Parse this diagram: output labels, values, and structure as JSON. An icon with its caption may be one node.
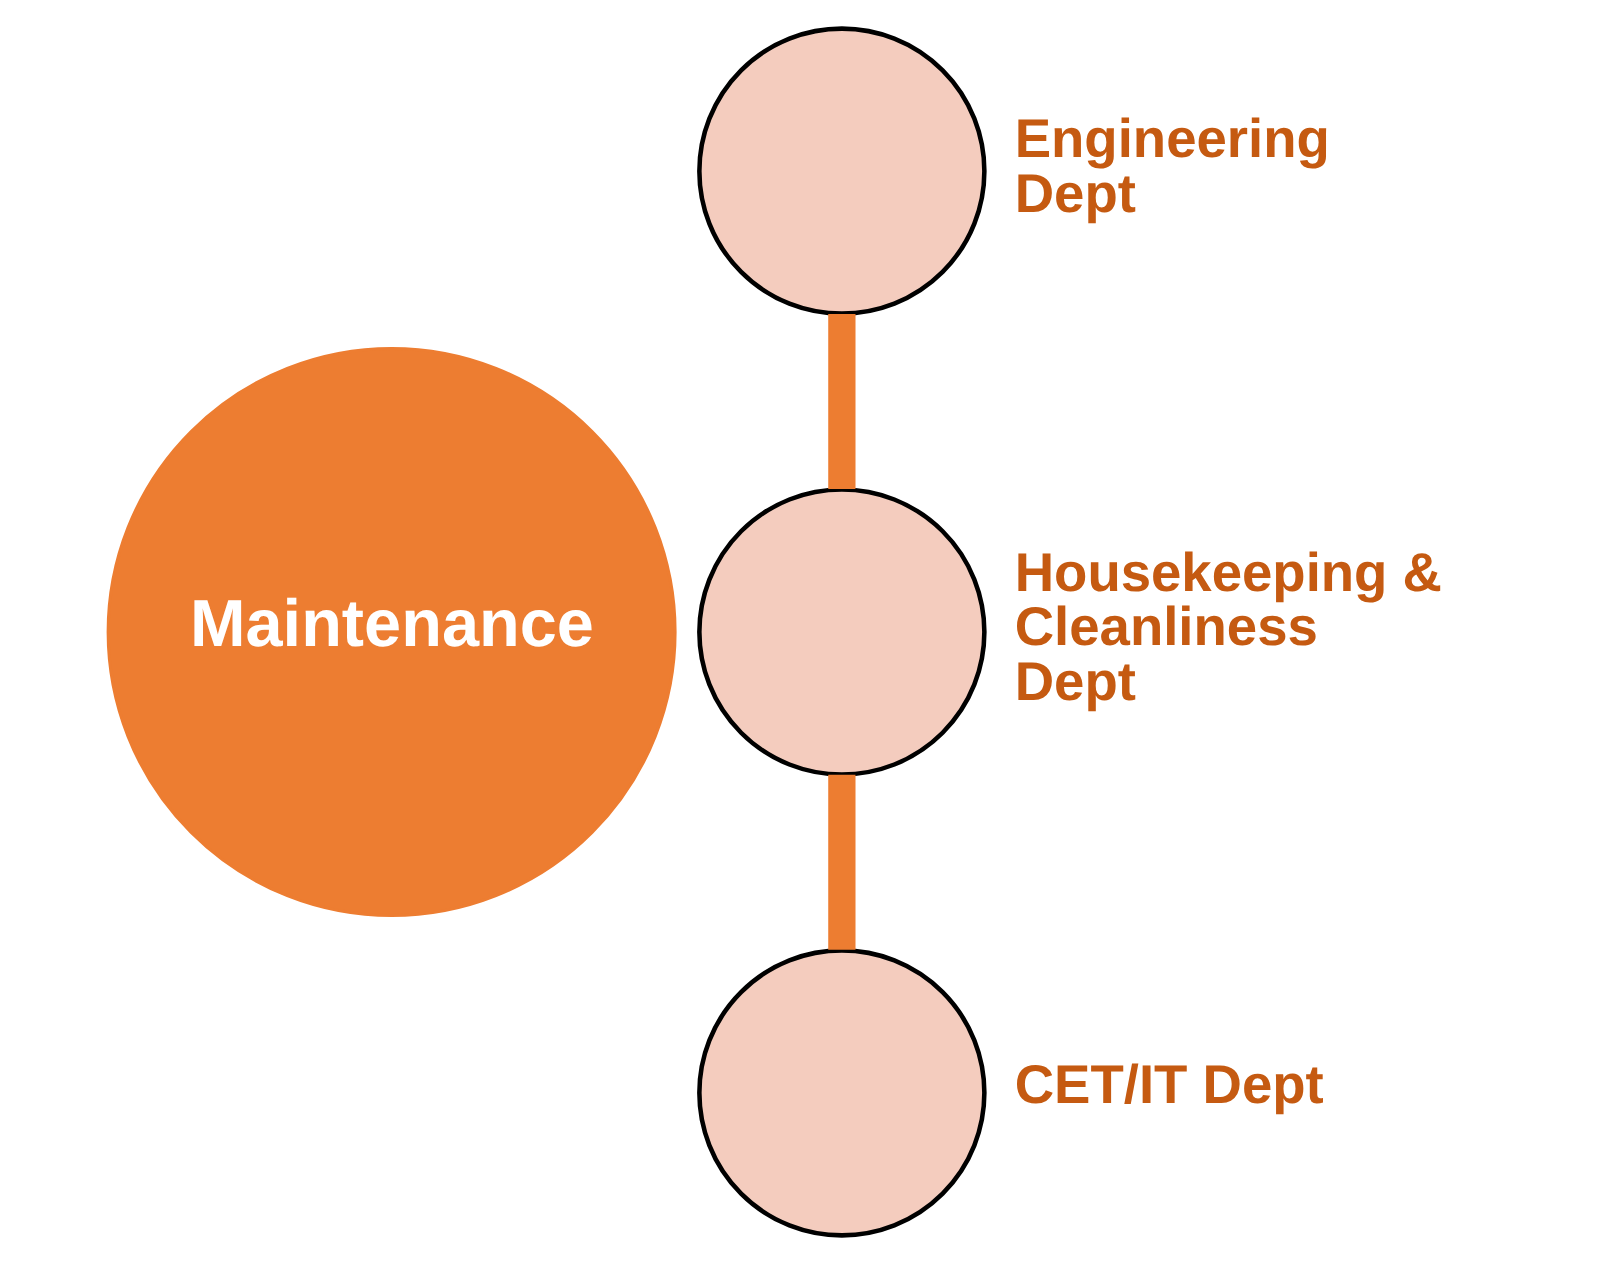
{
  "diagram": {
    "nodes": [
      {
        "text": [
          "Maintenance"
        ]
      },
      {
        "text": [],
        "shape": "circle",
        "beside": [
          "Engineering Dept"
        ]
      },
      {
        "text": [],
        "shape": "circle",
        "beside": [
          "Housekeeping & Cleanliness Dept"
        ]
      },
      {
        "text": [],
        "shape": "circle",
        "beside": [
          "CET/IT Dept"
        ]
      }
    ],
    "edges": [
      {
        "from": 1,
        "to": 2,
        "arrow": "none"
      },
      {
        "from": 2,
        "to": 3,
        "arrow": "none"
      }
    ]
  }
}
